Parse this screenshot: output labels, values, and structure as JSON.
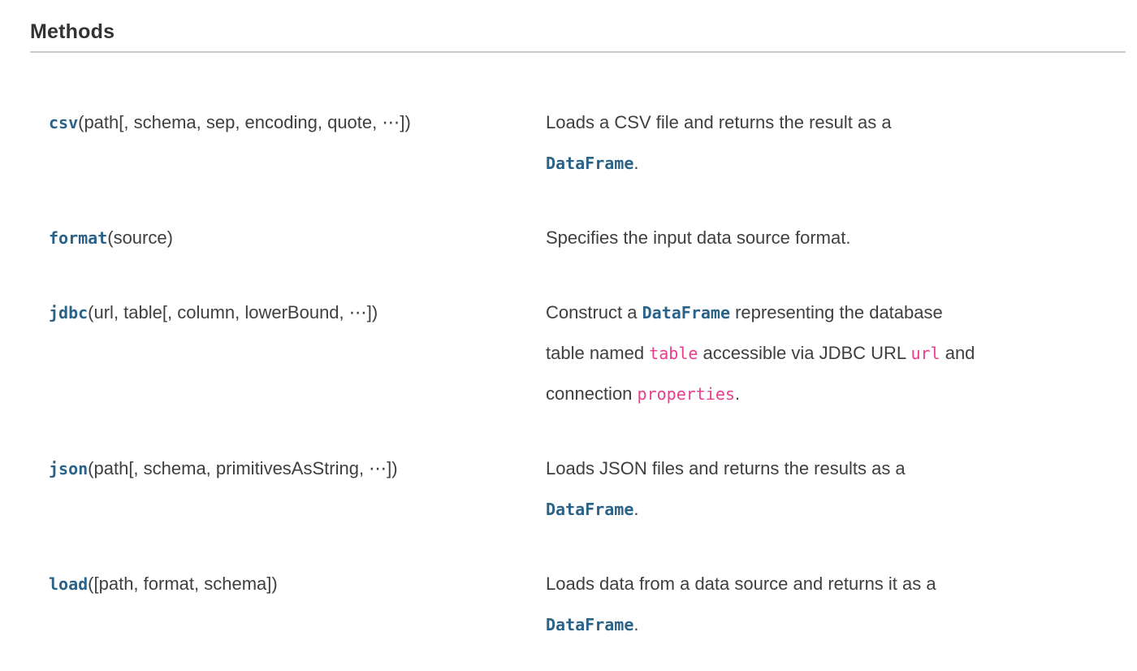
{
  "heading": {
    "title": "Methods"
  },
  "colors": {
    "link_blue": "#2a6288",
    "code_pink": "#e83e8c",
    "body_text": "#3f3f3f",
    "heading_text": "#333333",
    "divider": "#c9c9c9"
  },
  "methods": [
    {
      "name": "csv",
      "params": "(path[, schema, sep, encoding, quote, ⋯])",
      "description_lines": [
        [
          {
            "t": "text",
            "v": "Loads a CSV file and returns the result as a"
          }
        ],
        [
          {
            "t": "link",
            "v": "DataFrame"
          },
          {
            "t": "text",
            "v": "."
          }
        ]
      ]
    },
    {
      "name": "format",
      "params": "(source)",
      "description_lines": [
        [
          {
            "t": "text",
            "v": "Specifies the input data source format."
          }
        ]
      ]
    },
    {
      "name": "jdbc",
      "params": "(url, table[, column, lowerBound, ⋯])",
      "description_lines": [
        [
          {
            "t": "text",
            "v": "Construct a "
          },
          {
            "t": "link",
            "v": "DataFrame"
          },
          {
            "t": "text",
            "v": " representing the database"
          }
        ],
        [
          {
            "t": "text",
            "v": "table named "
          },
          {
            "t": "code",
            "v": "table"
          },
          {
            "t": "text",
            "v": " accessible via JDBC URL "
          },
          {
            "t": "code",
            "v": "url"
          },
          {
            "t": "text",
            "v": " and"
          }
        ],
        [
          {
            "t": "text",
            "v": "connection "
          },
          {
            "t": "code",
            "v": "properties"
          },
          {
            "t": "text",
            "v": "."
          }
        ]
      ]
    },
    {
      "name": "json",
      "params": "(path[, schema, primitivesAsString, ⋯])",
      "description_lines": [
        [
          {
            "t": "text",
            "v": "Loads JSON files and returns the results as a"
          }
        ],
        [
          {
            "t": "link",
            "v": "DataFrame"
          },
          {
            "t": "text",
            "v": "."
          }
        ]
      ]
    },
    {
      "name": "load",
      "params": "([path, format, schema])",
      "description_lines": [
        [
          {
            "t": "text",
            "v": "Loads data from a data source and returns it as a"
          }
        ],
        [
          {
            "t": "link",
            "v": "DataFrame"
          },
          {
            "t": "text",
            "v": "."
          }
        ]
      ]
    }
  ]
}
